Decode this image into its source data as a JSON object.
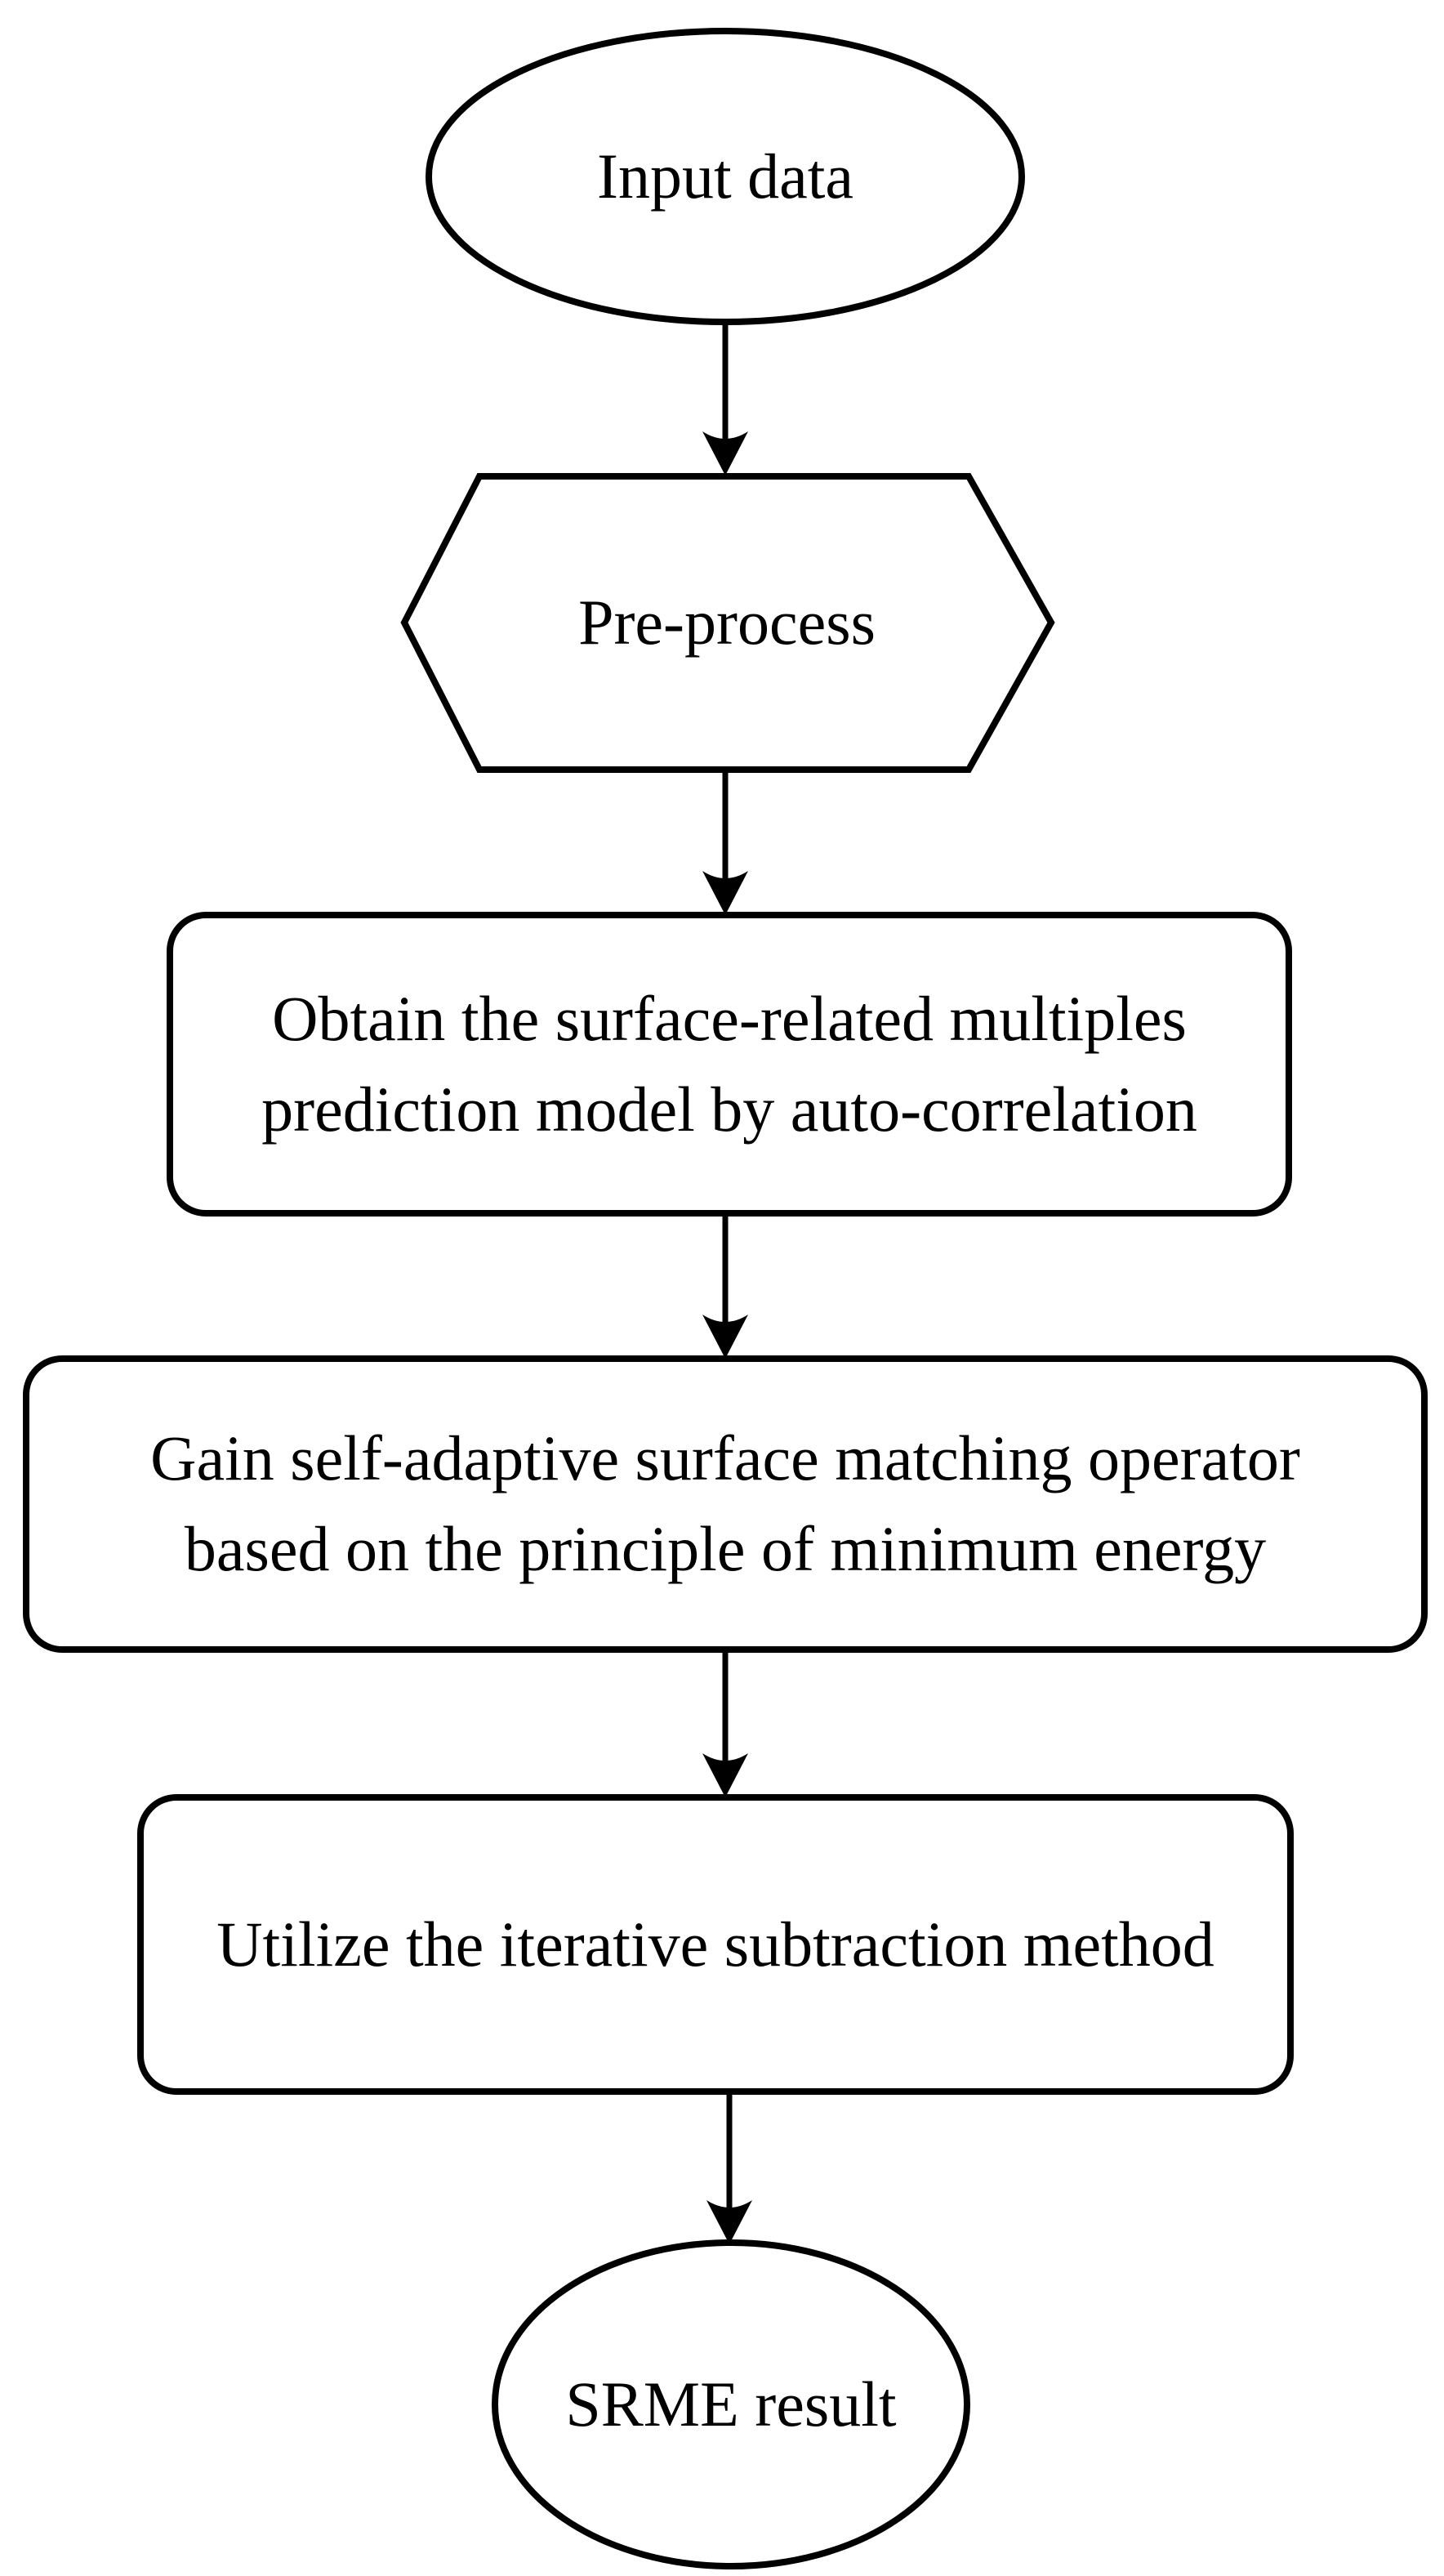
{
  "diagram": {
    "type": "flowchart",
    "direction": "top-down",
    "colors": {
      "background": "#ffffff",
      "node_fill": "#ffffff",
      "stroke": "#000000",
      "text": "#000000"
    },
    "nodes": [
      {
        "id": "input-data",
        "shape": "ellipse",
        "label": "Input data"
      },
      {
        "id": "pre-process",
        "shape": "hexagon",
        "label": "Pre-process"
      },
      {
        "id": "obtain-prediction-model",
        "shape": "rounded-rectangle",
        "label": "Obtain the surface-related multiples\nprediction model by auto-correlation"
      },
      {
        "id": "gain-matching-operator",
        "shape": "rounded-rectangle",
        "label": "Gain self-adaptive surface matching operator\nbased on the principle of minimum energy"
      },
      {
        "id": "iterative-subtraction",
        "shape": "rounded-rectangle",
        "label": "Utilize the iterative subtraction method"
      },
      {
        "id": "srme-result",
        "shape": "ellipse",
        "label": "SRME result"
      }
    ],
    "edges": [
      {
        "from": "input-data",
        "to": "pre-process",
        "style": "straight-arrow-down"
      },
      {
        "from": "pre-process",
        "to": "obtain-prediction-model",
        "style": "straight-arrow-down"
      },
      {
        "from": "obtain-prediction-model",
        "to": "gain-matching-operator",
        "style": "straight-arrow-down"
      },
      {
        "from": "gain-matching-operator",
        "to": "iterative-subtraction",
        "style": "straight-arrow-down"
      },
      {
        "from": "iterative-subtraction",
        "to": "srme-result",
        "style": "straight-arrow-down"
      }
    ]
  }
}
